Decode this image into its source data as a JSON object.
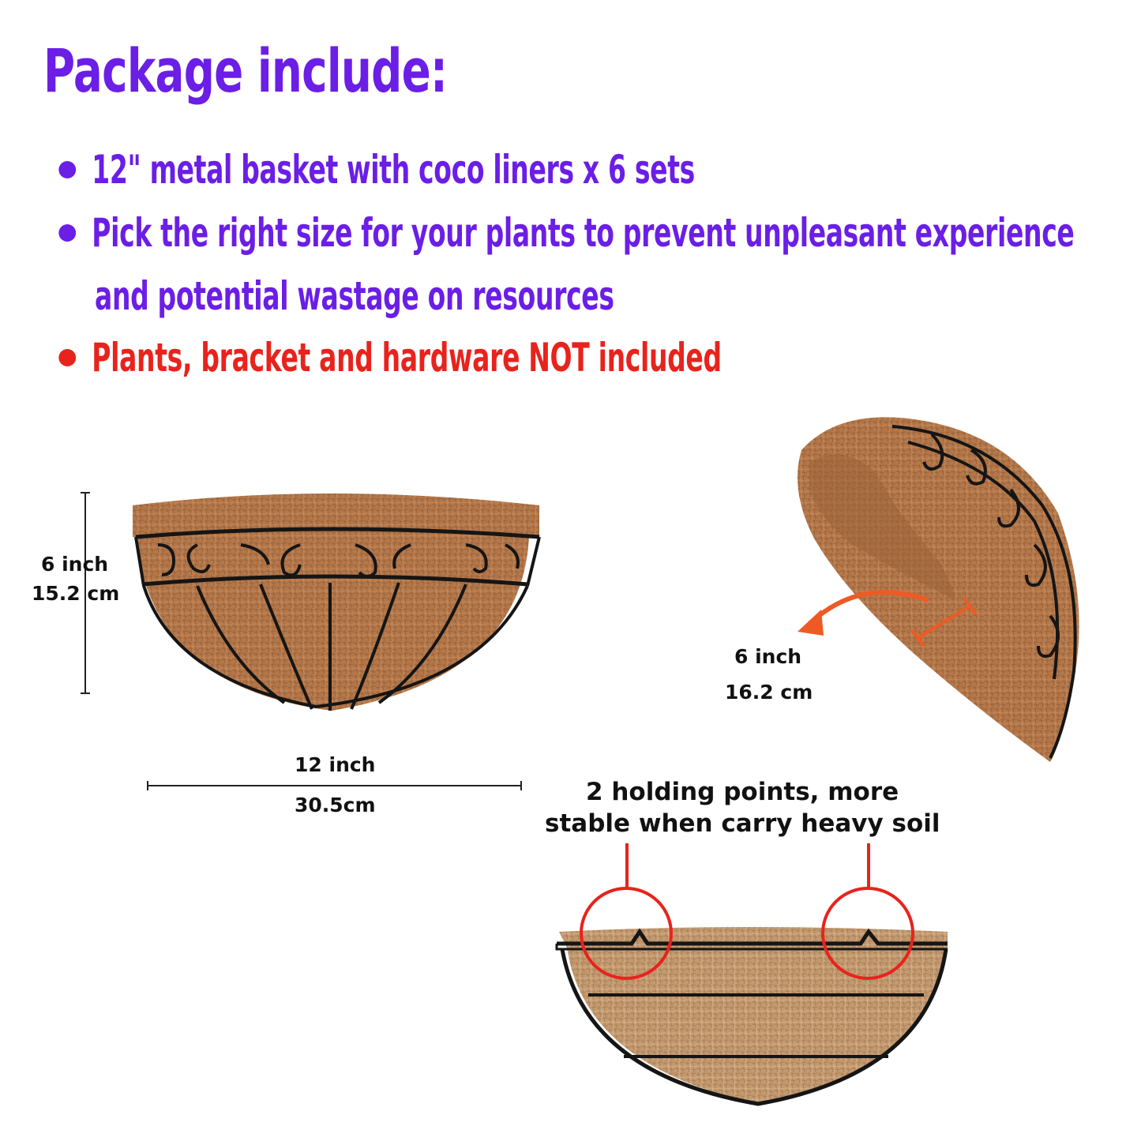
{
  "heading": {
    "text": "Package include:",
    "color": "#6b1ee6"
  },
  "bullets": [
    {
      "text": "12\" metal basket with coco liners x 6 sets",
      "color": "#6b1ee6"
    },
    {
      "text": "Pick the right size for your plants to prevent unpleasant experience",
      "color": "#6b1ee6"
    },
    {
      "text": "Plants, bracket and hardware NOT included",
      "color": "#e8231c"
    }
  ],
  "bullet_continuation": "and potential wastage on resources",
  "front_view": {
    "height_inch": "6 inch",
    "height_cm": "15.2 cm",
    "width_inch": "12 inch",
    "width_cm": "30.5cm"
  },
  "side_view": {
    "depth_inch": "6 inch",
    "depth_cm": "16.2 cm",
    "arrow_color": "#ee5a24"
  },
  "back_view": {
    "caption_line1": "2 holding points, more",
    "caption_line2": "stable when carry heavy soil",
    "marker_color": "#e8231c"
  },
  "colors": {
    "coir": "#b5784a",
    "coir_dark": "#8a5530",
    "wire": "#151515"
  }
}
